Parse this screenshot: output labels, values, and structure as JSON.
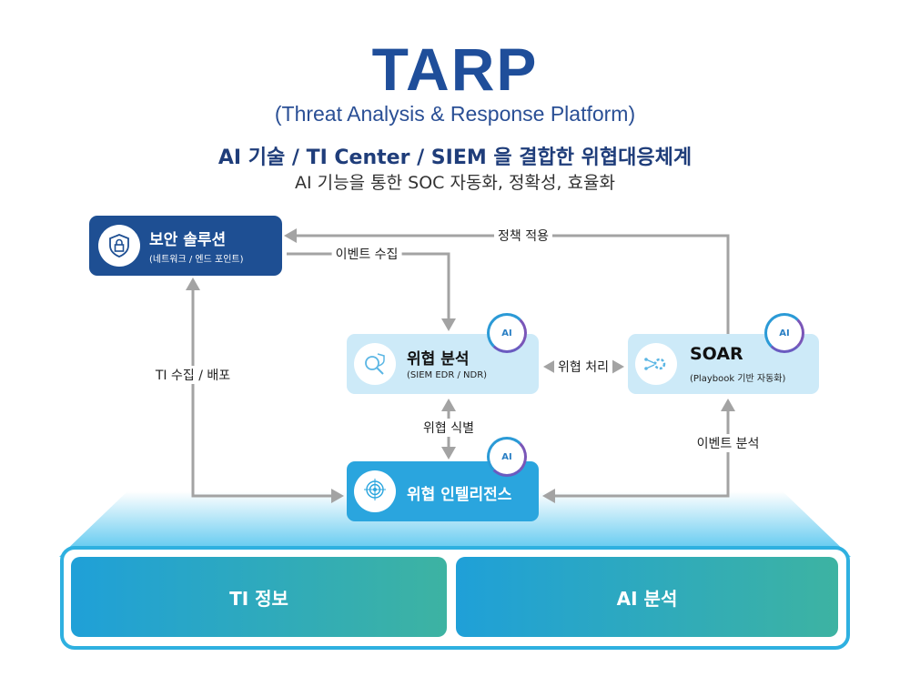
{
  "header": {
    "title": "TARP",
    "subtitle": "(Threat Analysis & Response Platform)",
    "headline": "AI 기술 / TI Center / SIEM 을 결합한 위협대응체계",
    "tagline": "AI 기능을 통한 SOC 자동화, 정확성, 효율화"
  },
  "nodes": {
    "security": {
      "title": "보안 솔루션",
      "sub": "(네트워크 / 엔드 포인트)",
      "icon": "shield-lock-icon"
    },
    "analysis": {
      "title": "위협 분석",
      "sub": "(SIEM EDR / NDR)",
      "icon": "magnifier-shield-icon",
      "badge": "AI"
    },
    "soar": {
      "title": "SOAR",
      "sub": "(Playbook 기반 자동화)",
      "icon": "gear-circuit-icon",
      "badge": "AI"
    },
    "intel": {
      "title": "위협 인텔리전스",
      "icon": "target-search-icon",
      "badge": "AI"
    }
  },
  "edges": {
    "policy": "정책 적용",
    "event_collect": "이벤트 수집",
    "ti_collect": "TI 수집 / 배포",
    "threat_handle": "위협 처리",
    "threat_identify": "위협 식별",
    "event_analyze": "이벤트 분석"
  },
  "platform": {
    "left": "TI 정보",
    "right": "AI 분석"
  },
  "colors": {
    "navy": "#1e4f93",
    "light": "#cdeaf8",
    "cyan": "#2aa5de",
    "arrow": "#a3a3a3"
  }
}
